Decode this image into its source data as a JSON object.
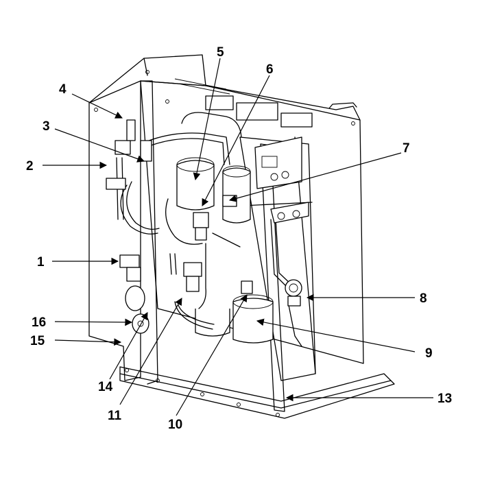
{
  "figure": {
    "type": "exploded-view",
    "callouts": [
      {
        "id": "c1",
        "number": "1"
      },
      {
        "id": "c2",
        "number": "2"
      },
      {
        "id": "c3",
        "number": "3"
      },
      {
        "id": "c4",
        "number": "4"
      },
      {
        "id": "c5",
        "number": "5"
      },
      {
        "id": "c6",
        "number": "6"
      },
      {
        "id": "c7",
        "number": "7"
      },
      {
        "id": "c8",
        "number": "8"
      },
      {
        "id": "c9",
        "number": "9"
      },
      {
        "id": "c10",
        "number": "10"
      },
      {
        "id": "c11",
        "number": "11"
      },
      {
        "id": "c12",
        "number": "13"
      },
      {
        "id": "c13",
        "number": "14"
      },
      {
        "id": "c14",
        "number": "15"
      },
      {
        "id": "c15",
        "number": "16"
      }
    ]
  }
}
